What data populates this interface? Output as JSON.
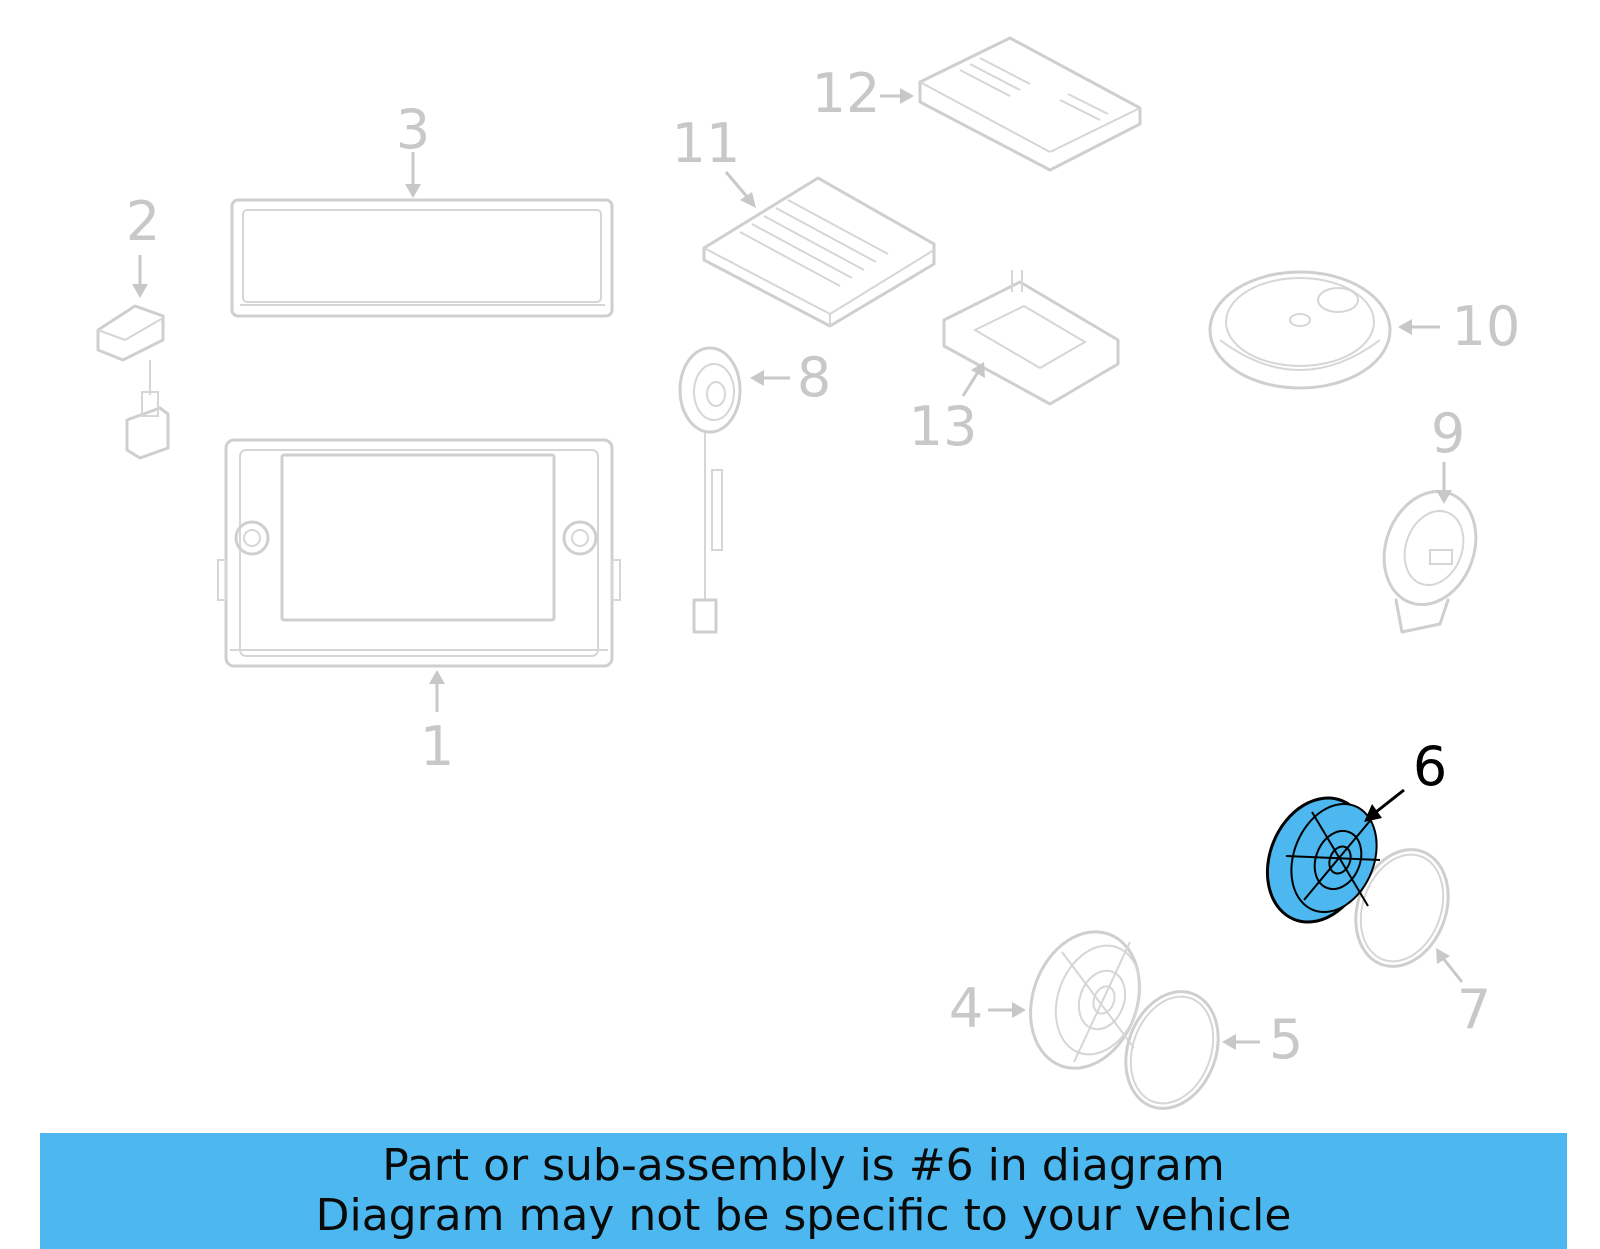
{
  "diagram": {
    "highlight_color": "#4cb8ef",
    "ghost_color": "#c8c8c8",
    "labels": {
      "p1": "1",
      "p2": "2",
      "p3": "3",
      "p4": "4",
      "p5": "5",
      "p6": "6",
      "p7": "7",
      "p8": "8",
      "p9": "9",
      "p10": "10",
      "p11": "11",
      "p12": "12",
      "p13": "13"
    },
    "highlighted_part": "6"
  },
  "banner": {
    "line1": "Part or sub-assembly is #6 in diagram",
    "line2": "Diagram may not be specific to your vehicle",
    "background": "#4cb8ef"
  }
}
